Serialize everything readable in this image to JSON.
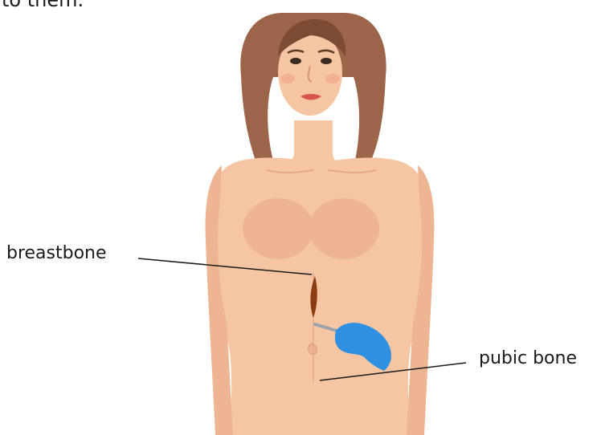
{
  "intro_text": "to them.",
  "labels": {
    "breastbone": "breastbone",
    "pubic_bone": "pubic bone"
  },
  "colors": {
    "skin": "#f6c6a4",
    "skin_shadow": "#eeb592",
    "hair": "#9c6448",
    "hair_dark": "#7d4a33",
    "incision": "#8a3b10",
    "glove": "#2f8fe0",
    "leader_line": "#1a1a1a"
  }
}
